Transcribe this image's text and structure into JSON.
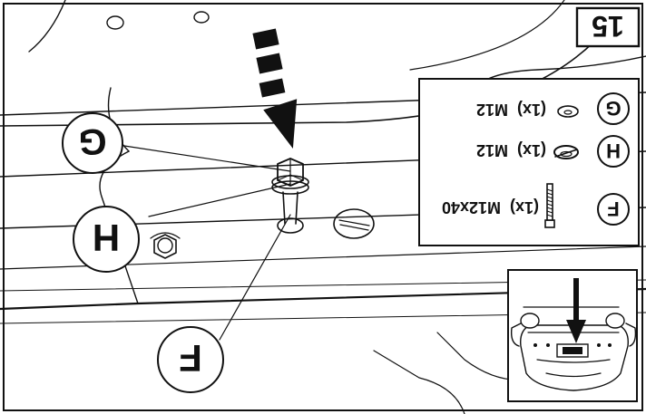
{
  "step": {
    "number": "15"
  },
  "callouts": [
    {
      "letter": "G"
    },
    {
      "letter": "H"
    },
    {
      "letter": "F"
    }
  ],
  "parts_list": [
    {
      "letter": "G",
      "quantity": "(1x)",
      "spec": "M12"
    },
    {
      "letter": "H",
      "quantity": "(1x)",
      "spec": "M12"
    },
    {
      "letter": "F",
      "quantity": "(1x)",
      "spec": "M12x40"
    }
  ],
  "icons": {
    "washer_flat": "flat-washer-icon",
    "washer_lock": "lock-washer-icon",
    "bolt": "hex-bolt-icon",
    "arrow": "direction-arrow-icon"
  },
  "colors": {
    "line": "#111111",
    "background": "#ffffff"
  }
}
